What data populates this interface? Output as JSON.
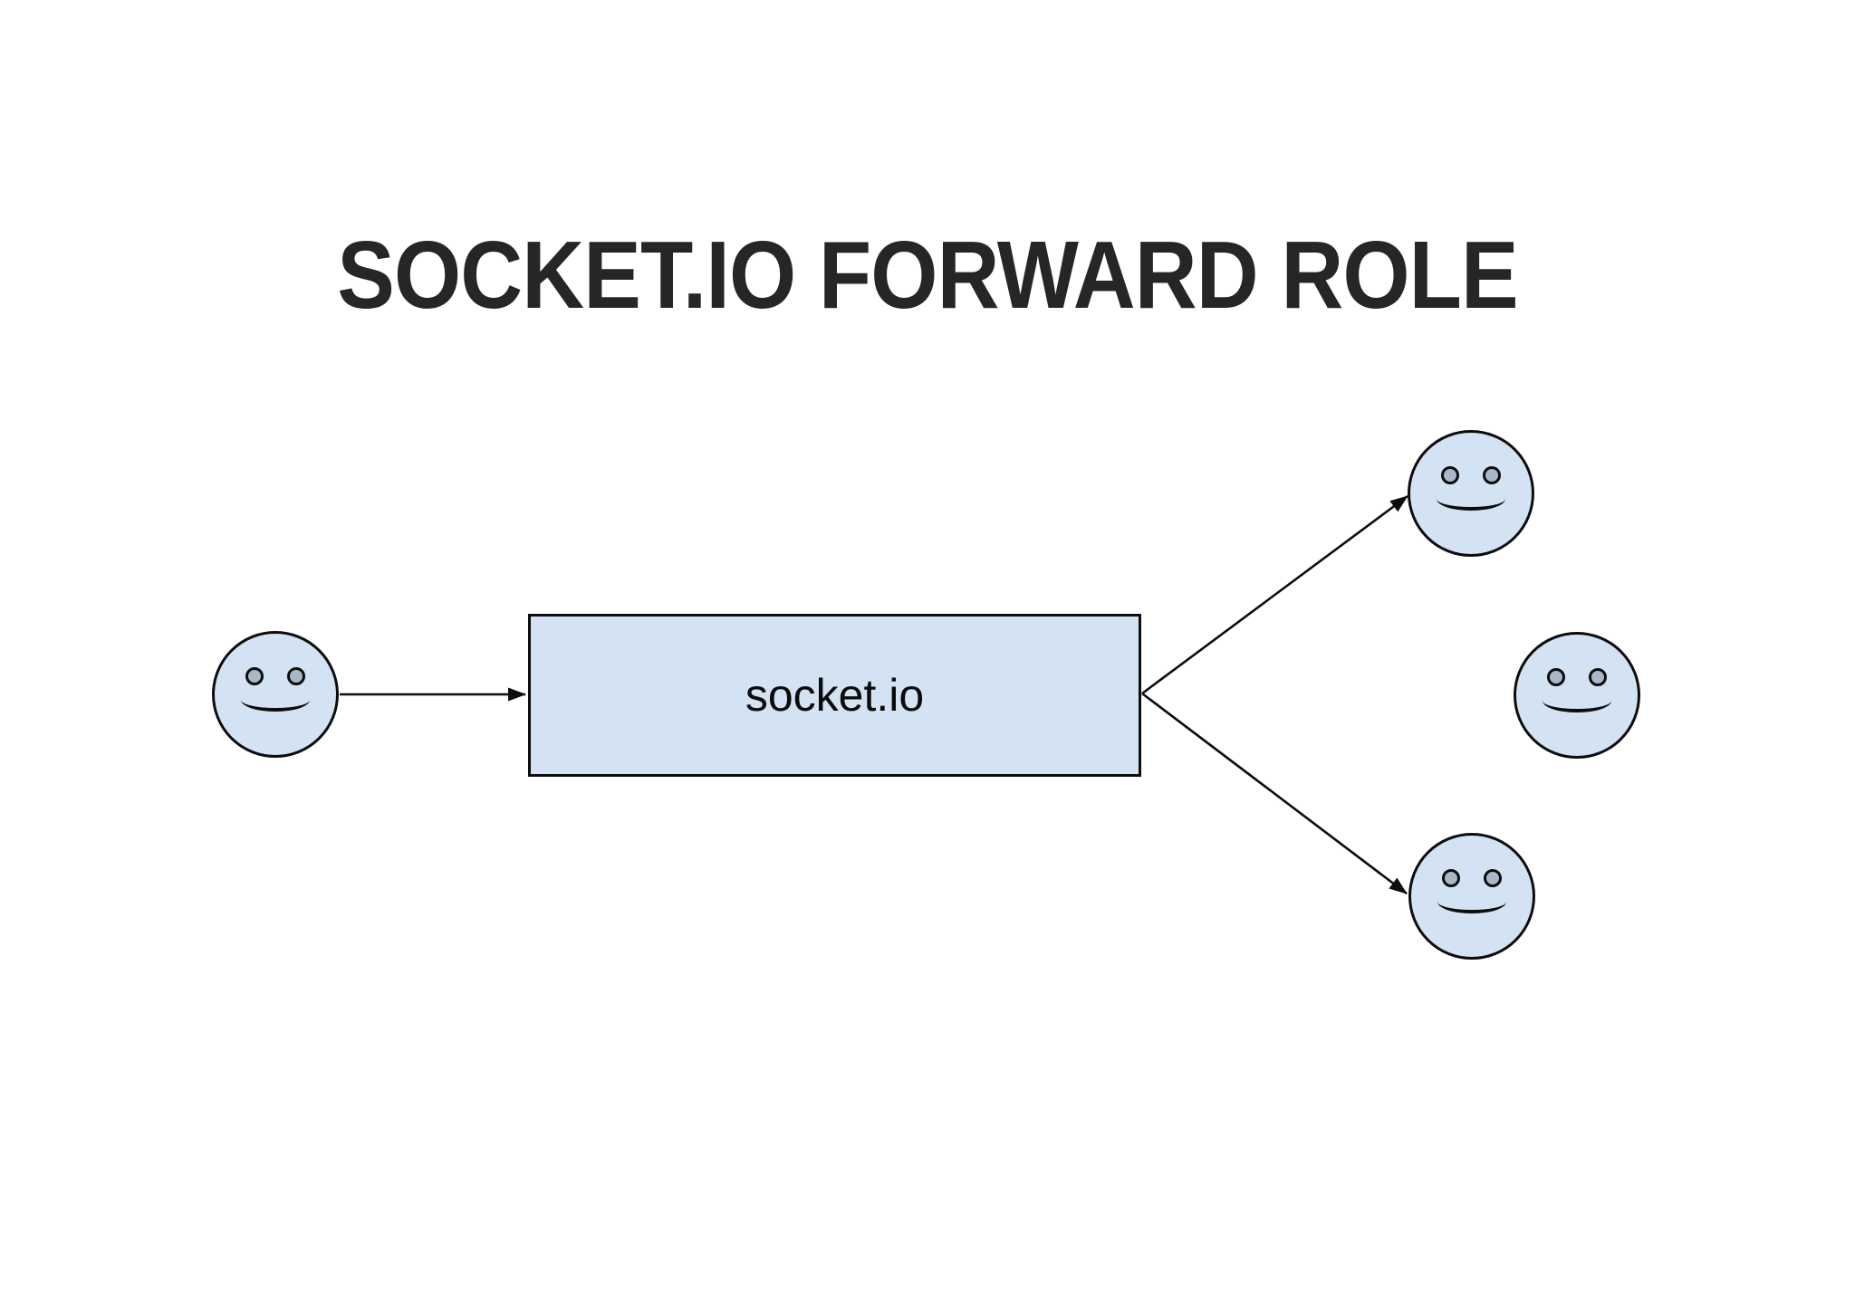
{
  "title": "SOCKET.IO FORWARD ROLE",
  "diagram": {
    "server_box": {
      "label": "socket.io"
    },
    "faces": [
      {
        "id": "sender",
        "role": "emitting client",
        "position": "left"
      },
      {
        "id": "receiver-top",
        "role": "receiving client",
        "position": "top-right"
      },
      {
        "id": "idle-right",
        "role": "client not receiving",
        "position": "far-right"
      },
      {
        "id": "receiver-bottom",
        "role": "receiving client",
        "position": "bottom-right"
      }
    ],
    "connectors": [
      {
        "from": "sender",
        "to": "server_box"
      },
      {
        "from": "server_box",
        "to": "receiver-top"
      },
      {
        "from": "server_box",
        "to": "receiver-bottom"
      }
    ]
  },
  "colors": {
    "background": "#ffffff",
    "title_text": "#262626",
    "shape_fill": "#d4e3f4",
    "shape_stroke": "#0d0d0d",
    "eye_fill": "#a9b8c6",
    "connector": "#0d0d0d",
    "box_label_text": "#0b0b0b"
  }
}
